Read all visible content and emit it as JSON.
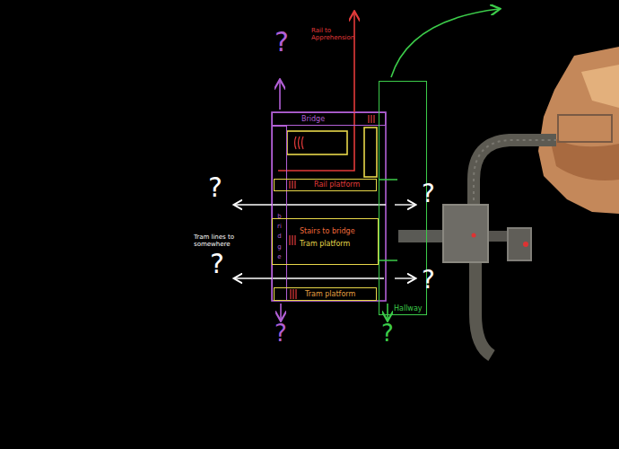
{
  "diagram": {
    "nodes": [
      {
        "text": [
          "Bridge"
        ]
      },
      {
        "text": [
          "bridge"
        ]
      },
      {
        "text": [
          "Rail platform"
        ]
      },
      {
        "text": [
          "Stairs to bridge",
          "Tram platform"
        ]
      },
      {
        "text": [
          "Tram platform"
        ]
      },
      {
        "text": [
          "Hallway"
        ]
      }
    ],
    "labels": [
      "?",
      "Rail to Apprehension",
      "?",
      "?",
      "Tram lines to somewhere",
      "?",
      "?",
      "?",
      "?"
    ]
  }
}
